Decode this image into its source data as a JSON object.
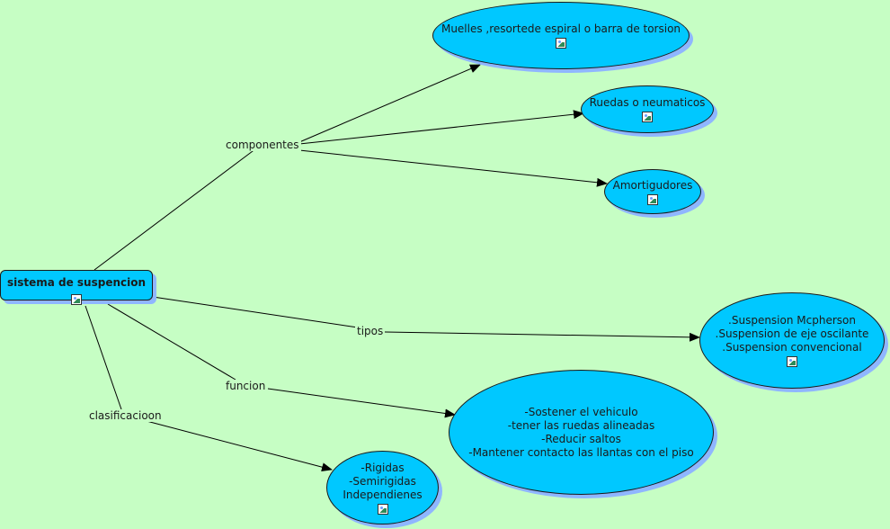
{
  "root": {
    "label": "sistema de suspencion"
  },
  "links": {
    "componentes": "componentes",
    "tipos": "tipos",
    "funcion": "funcion",
    "clasificacion": "clasificacioon"
  },
  "nodes": {
    "muelles": [
      "Muelles ,resortede espiral o barra de torsion"
    ],
    "ruedas": [
      "Ruedas o neumaticos"
    ],
    "amortiguadores": [
      "Amortigudores"
    ],
    "tipos": [
      ".Suspension Mcpherson",
      ".Suspension de eje oscilante",
      ".Suspension convencional"
    ],
    "funcion": [
      "-Sostener el vehiculo",
      "-tener las ruedas alineadas",
      "-Reducir saltos",
      "-Mantener contacto las llantas con el piso"
    ],
    "clasificacion": [
      "-Rigidas",
      "-Semirigidas",
      "Independienes"
    ]
  },
  "colors": {
    "background": "#c6fec4",
    "node_fill": "#00c8ff",
    "shadow": "#8fb6ff"
  }
}
